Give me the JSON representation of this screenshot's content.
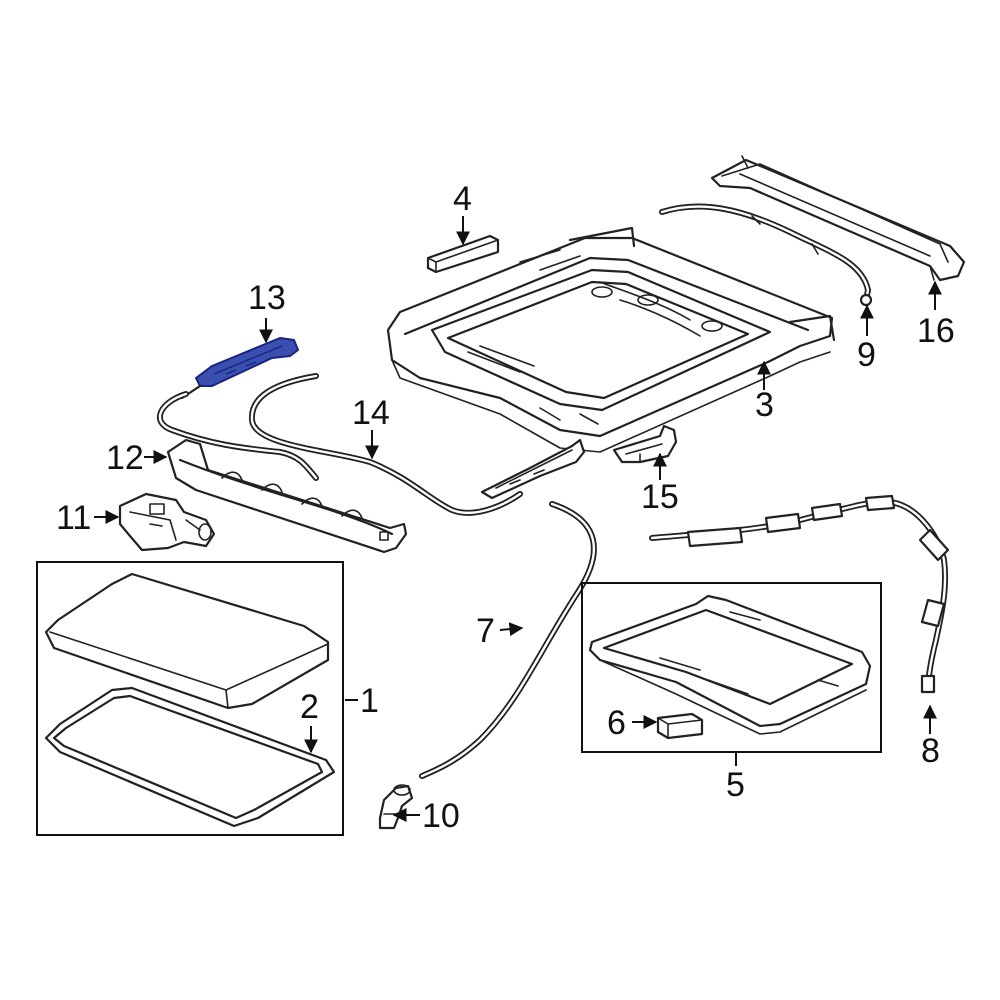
{
  "diagram": {
    "callouts": [
      {
        "id": "1",
        "label": "1"
      },
      {
        "id": "2",
        "label": "2"
      },
      {
        "id": "3",
        "label": "3"
      },
      {
        "id": "4",
        "label": "4"
      },
      {
        "id": "5",
        "label": "5"
      },
      {
        "id": "6",
        "label": "6"
      },
      {
        "id": "7",
        "label": "7"
      },
      {
        "id": "8",
        "label": "8"
      },
      {
        "id": "9",
        "label": "9"
      },
      {
        "id": "10",
        "label": "10"
      },
      {
        "id": "11",
        "label": "11"
      },
      {
        "id": "12",
        "label": "12"
      },
      {
        "id": "13",
        "label": "13"
      },
      {
        "id": "14",
        "label": "14"
      },
      {
        "id": "15",
        "label": "15"
      },
      {
        "id": "16",
        "label": "16"
      }
    ],
    "colors": {
      "line": "#222222",
      "highlight": "#3a4fb0",
      "background": "#ffffff"
    }
  }
}
